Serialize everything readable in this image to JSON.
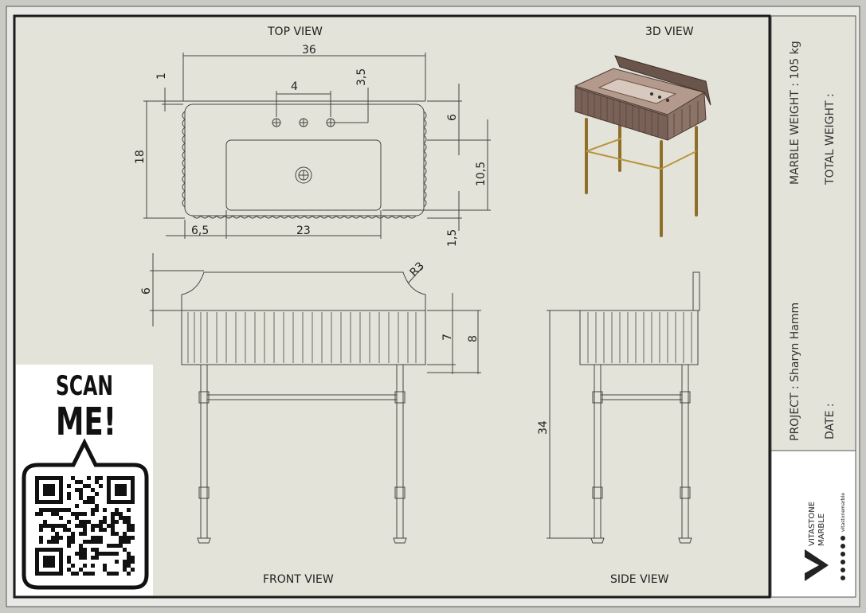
{
  "views": {
    "top": "TOP VIEW",
    "iso": "3D VIEW",
    "front": "FRONT VIEW",
    "side": "SIDE VIEW"
  },
  "dims": {
    "top_width": "36",
    "faucet_spacing": "4",
    "rim_top": "1",
    "faucet_offset": "3,5",
    "depth_total": "18",
    "basin_top": "6",
    "basin_depth": "10,5",
    "front_gap": "1,5",
    "left_offset": "6,5",
    "basin_width": "23",
    "backsplash": "6",
    "radius": "R3",
    "apron": "7",
    "apron_total": "8",
    "height": "34"
  },
  "title_block": {
    "marble_weight": "MARBLE WEIGHT : 105 kg",
    "total_weight": "TOTAL WEIGHT :",
    "project": "PROJECT : Sharyn Hamm",
    "date": "DATE :"
  },
  "scan": {
    "line1": "SCAN",
    "line2": "ME!"
  },
  "logo": {
    "brand_line1": "VITASTONE",
    "brand_line2": "MARBLE",
    "handle": "vitastonemarble"
  },
  "colors": {
    "paper": "#e4e3d9",
    "border": "#1a1a1a",
    "outer": "#c9cac4",
    "line": "#333333",
    "brass": "#b8953f",
    "marble": "#8b7368"
  }
}
